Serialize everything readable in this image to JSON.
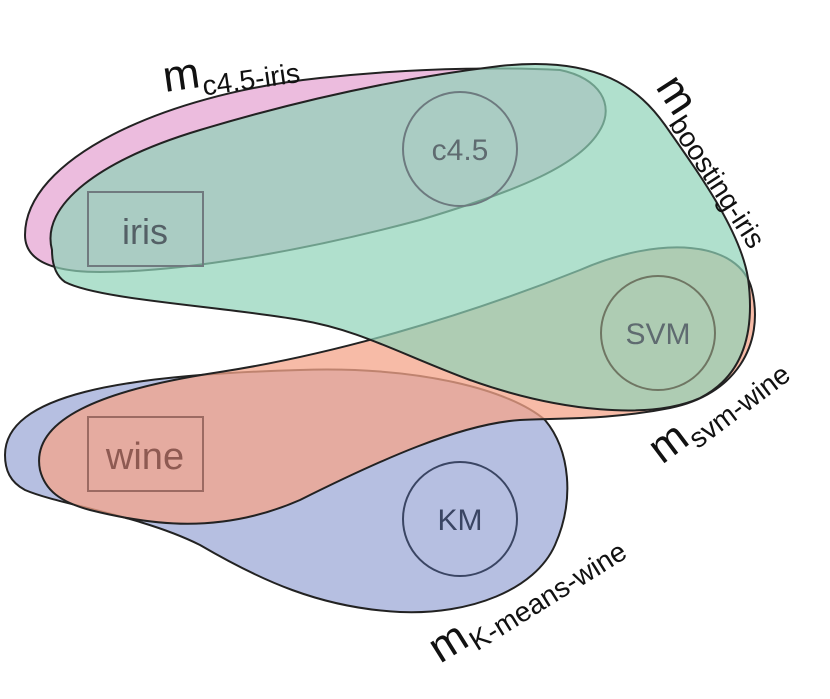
{
  "datasets": {
    "iris": "iris",
    "wine": "wine"
  },
  "algorithms": {
    "c45": "c4.5",
    "svm": "SVM",
    "kmeans": "KM"
  },
  "models": {
    "c45_iris": {
      "main": "m",
      "sub": "c4.5-iris"
    },
    "boosting_iris": {
      "main": "m",
      "sub": "boosting-iris"
    },
    "svm_wine": {
      "main": "m",
      "sub": "svm-wine"
    },
    "kmeans_wine": {
      "main": "m",
      "sub": "K-means-wine"
    }
  },
  "colors": {
    "c45_iris": "#e6a5d3",
    "boosting_iris": "#8fd3b8",
    "svm_wine": "#f4a48a",
    "kmeans_wine": "#a9b4dc",
    "overlap_iris": "#9bb5ab",
    "overlap_svm": "#a9a78f",
    "overlap_wine": "#d39b91"
  }
}
